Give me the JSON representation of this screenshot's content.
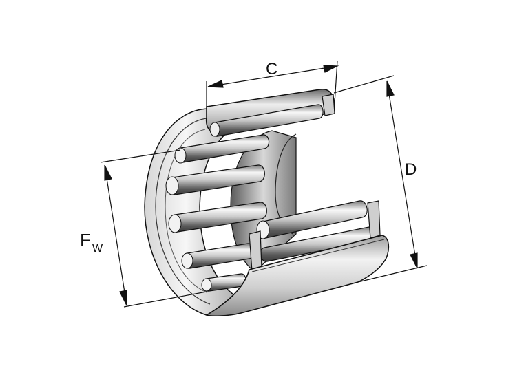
{
  "dimensions": {
    "c": {
      "label": "C"
    },
    "d": {
      "label": "D"
    },
    "fw": {
      "label": "F",
      "subscript": "W"
    }
  },
  "colors": {
    "line": "#111111",
    "metal_light": "#f4f4f4",
    "metal_mid": "#c8c8c8",
    "metal_dark": "#6e6e6e",
    "metal_shadow": "#3c3c3c"
  }
}
